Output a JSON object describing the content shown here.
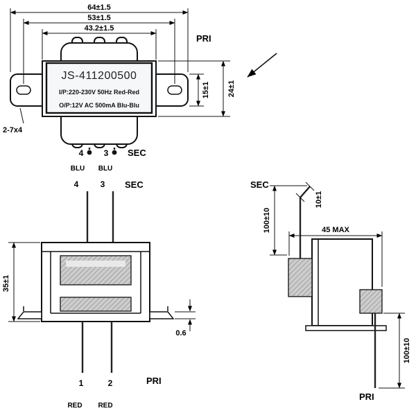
{
  "top_view": {
    "dim_overall_width": "64±1.5",
    "dim_hole_span": "53±1.5",
    "dim_body_width": "43.2±1.5",
    "dim_flange_height": "15±1",
    "dim_body_height": "24±1",
    "mounting_holes_note": "2-7x4",
    "pri_label": "PRI",
    "sec_label": "SEC",
    "pin4_label": "4",
    "pin3_label": "3",
    "blu_left": "BLU",
    "blu_right": "BLU",
    "nameplate": {
      "model": "JS-411200500",
      "input_spec": "I/P:220-230V 50Hz  Red-Red",
      "output_spec": "O/P:12V AC 500mA  Blu-Blu"
    }
  },
  "front_view": {
    "pin4_label": "4",
    "pin3_label": "3",
    "sec_label": "SEC",
    "dim_body_height": "35±1",
    "dim_foot_thickness": "0.6",
    "pin1_label": "1",
    "pin2_label": "2",
    "pri_label": "PRI",
    "red_left": "RED",
    "red_right": "RED"
  },
  "side_view": {
    "sec_label": "SEC",
    "dim_lead_bend": "10±1",
    "dim_sec_lead_length": "100±10",
    "dim_depth_max": "45 MAX",
    "dim_pri_lead_length": "100±10",
    "pri_label": "PRI"
  }
}
